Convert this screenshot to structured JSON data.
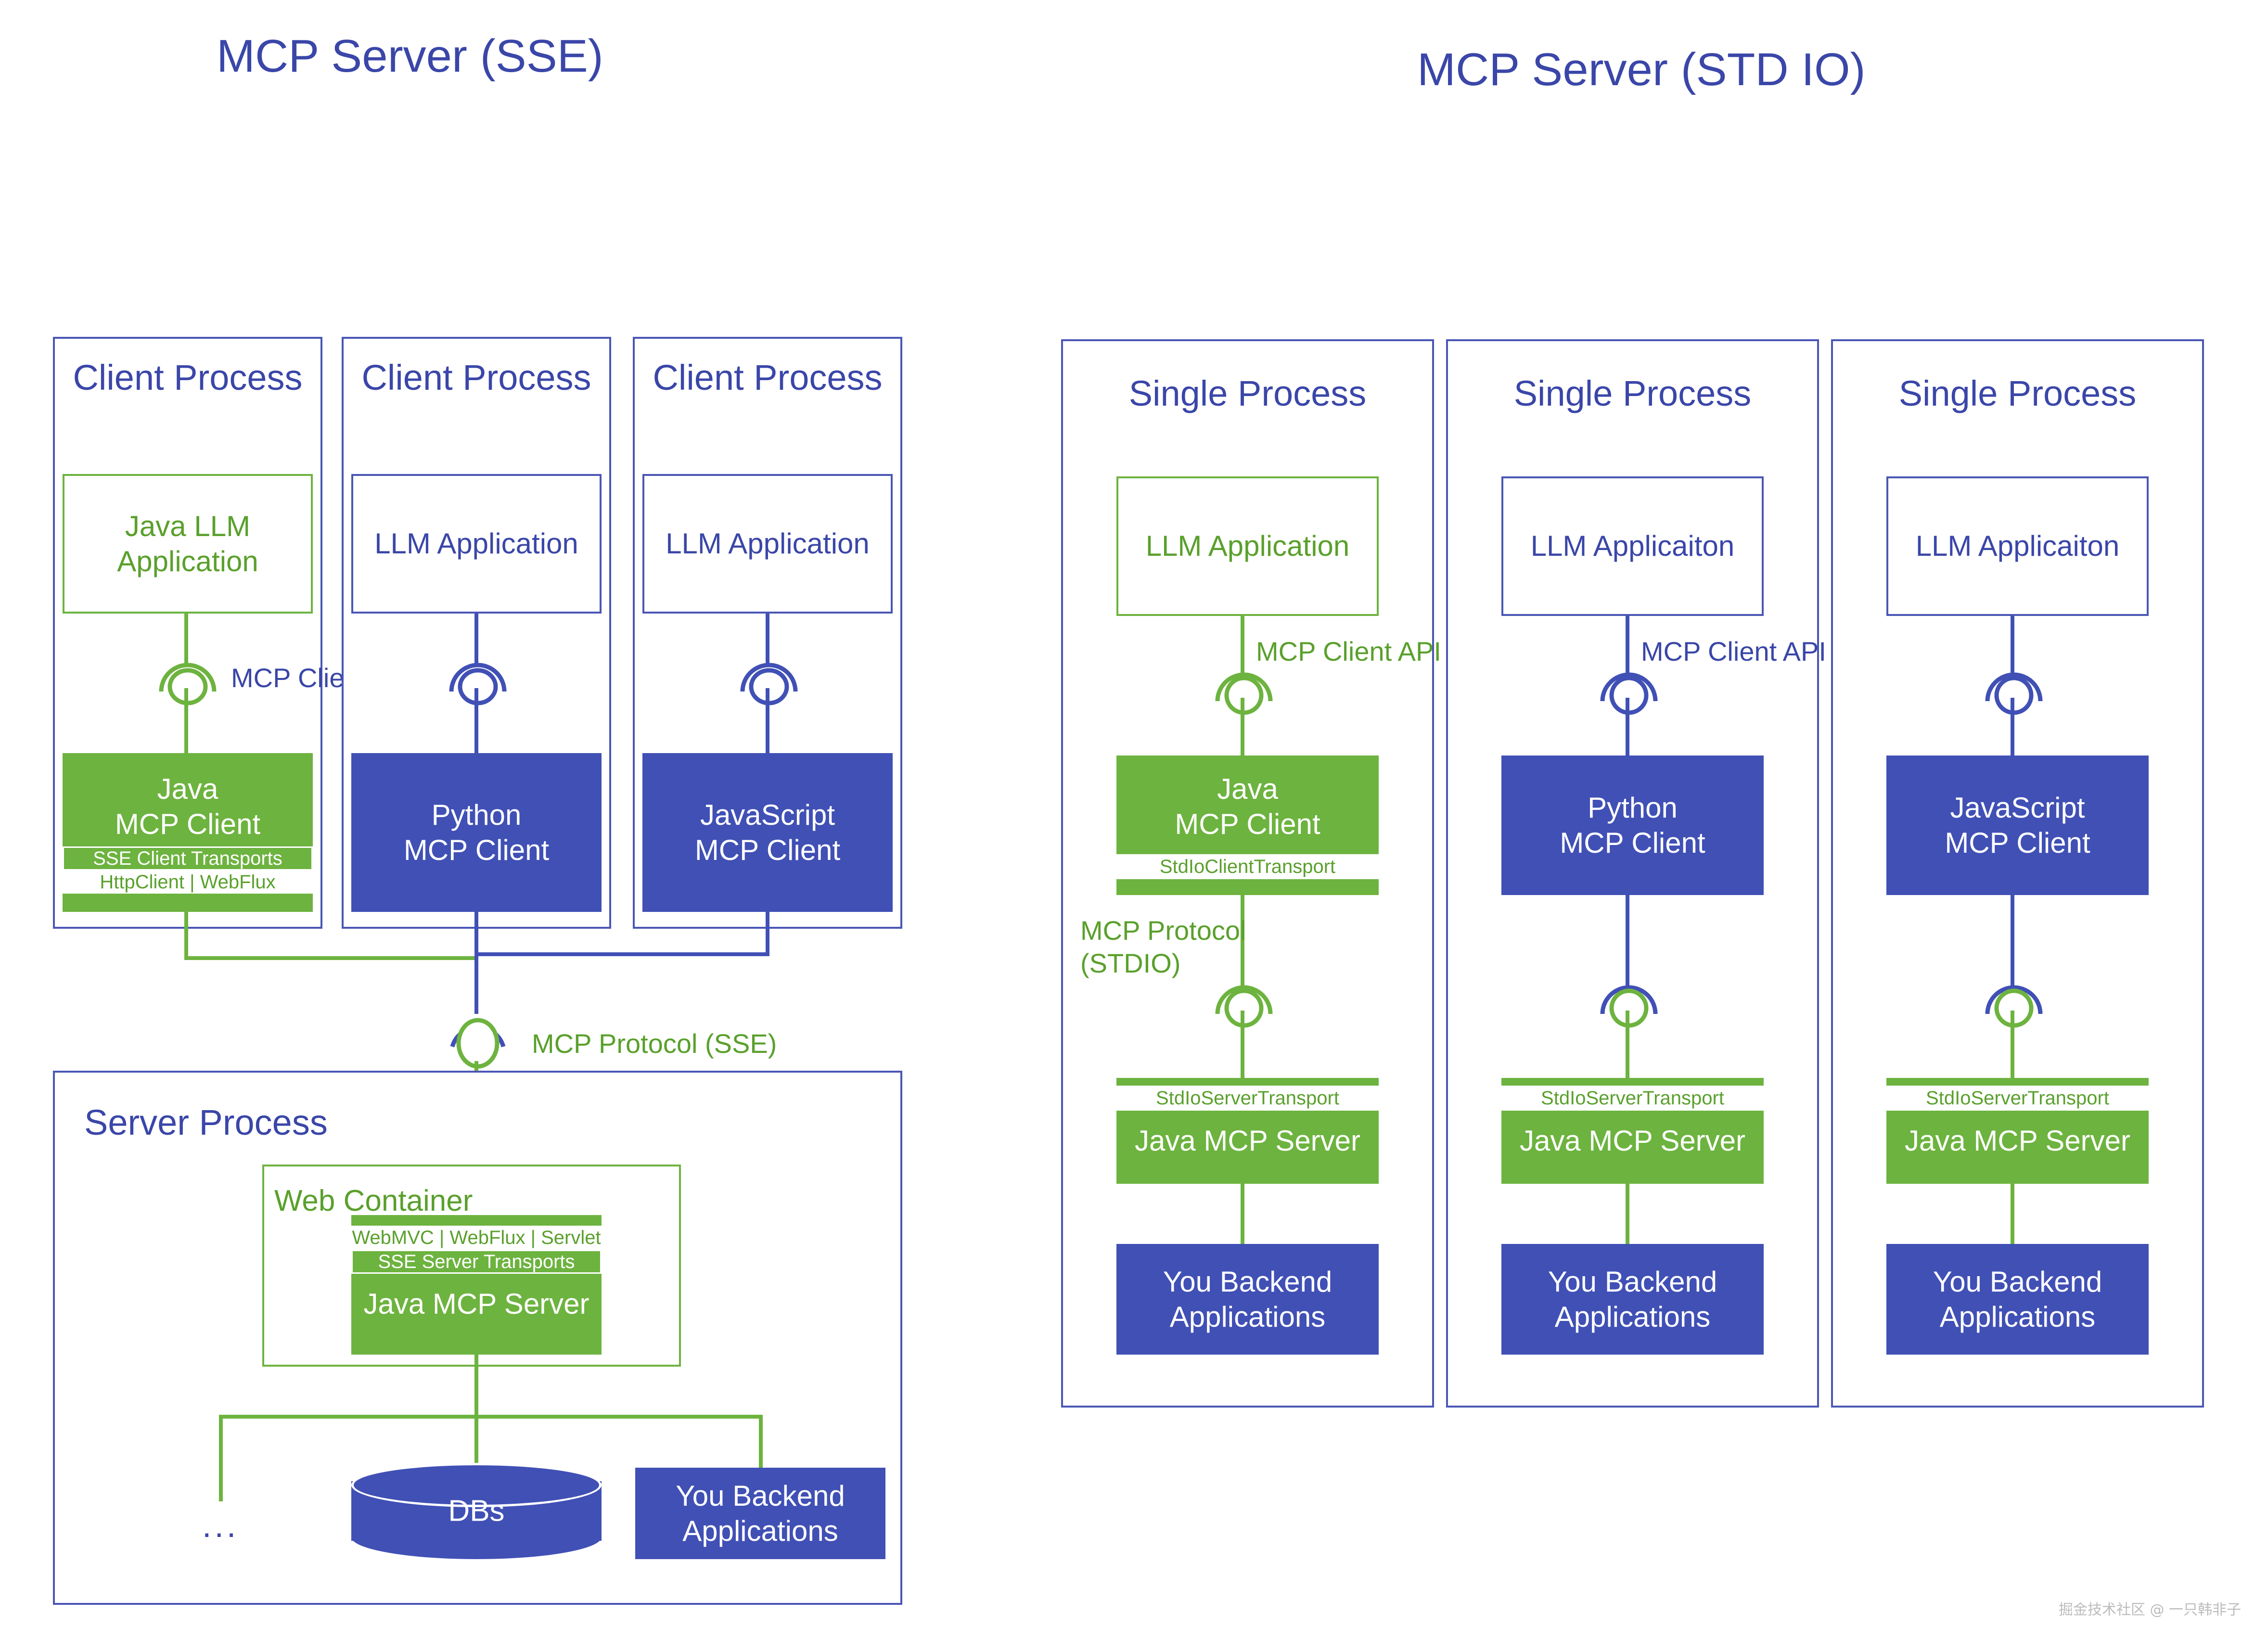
{
  "panels": {
    "sse": {
      "title": "MCP Server (SSE)",
      "client_processes": [
        {
          "label": "Client Process",
          "app": {
            "text": "Java\nLLM Application",
            "style": "green-outline"
          },
          "api_label": "MCP Client API",
          "client": {
            "title": "Java\nMCP Client",
            "style": "green-fill",
            "chips": [
              "SSE Client Transports",
              "HttpClient | WebFlux"
            ]
          }
        },
        {
          "label": "Client Process",
          "app": {
            "text": "LLM Application",
            "style": "blue-outline"
          },
          "api_label": "",
          "client": {
            "title": "Python\nMCP Client",
            "style": "blue-fill",
            "chips": []
          }
        },
        {
          "label": "Client Process",
          "app": {
            "text": "LLM Application",
            "style": "blue-outline"
          },
          "api_label": "",
          "client": {
            "title": "JavaScript\nMCP Client",
            "style": "blue-fill",
            "chips": []
          }
        }
      ],
      "protocol_label": "MCP Protocol (SSE)",
      "server_process": {
        "label": "Server Process",
        "web_container_label": "Web Container",
        "server": {
          "title": "Java MCP Server",
          "style": "green-fill",
          "chips": [
            "WebMVC | WebFlux | Servlet",
            "SSE Server Transports"
          ]
        },
        "database": {
          "label": "DBs"
        },
        "backend": {
          "text": "You Backend\nApplications"
        },
        "ellipsis": "..."
      }
    },
    "stdio": {
      "title": "MCP Server (STD IO)",
      "columns": [
        {
          "label": "Single Process",
          "app": {
            "text": "LLM Application",
            "style": "green-outline"
          },
          "api_label": "MCP Client API",
          "api_label_color": "green",
          "client": {
            "title": "Java\nMCP Client",
            "style": "green-fill",
            "chips": [
              "StdIoClientTransport"
            ]
          },
          "protocol_label": "MCP Protocol\n(STDIO)",
          "server": {
            "title": "Java MCP Server",
            "style": "green-fill",
            "chips": [
              "StdIoServerTransport"
            ]
          },
          "backend": {
            "text": "You Backend\nApplications"
          }
        },
        {
          "label": "Single Process",
          "app": {
            "text": "LLM Applicaiton",
            "style": "blue-outline"
          },
          "api_label": "MCP Client API",
          "api_label_color": "blue",
          "client": {
            "title": "Python\nMCP Client",
            "style": "blue-fill",
            "chips": []
          },
          "protocol_label": "",
          "server": {
            "title": "Java MCP Server",
            "style": "green-fill",
            "chips": [
              "StdIoServerTransport"
            ]
          },
          "backend": {
            "text": "You Backend\nApplications"
          }
        },
        {
          "label": "Single Process",
          "app": {
            "text": "LLM Applicaiton",
            "style": "blue-outline"
          },
          "api_label": "",
          "api_label_color": "blue",
          "client": {
            "title": "JavaScript\nMCP Client",
            "style": "blue-fill",
            "chips": []
          },
          "protocol_label": "",
          "server": {
            "title": "Java MCP Server",
            "style": "green-fill",
            "chips": [
              "StdIoServerTransport"
            ]
          },
          "backend": {
            "text": "You Backend\nApplications"
          }
        }
      ]
    }
  },
  "watermark": "掘金技术社区 @ 一只韩非子",
  "colors": {
    "green": "#6db33f",
    "green_text": "#5aa02c",
    "blue": "#4050b5",
    "blue_text": "#3a46a8",
    "white": "#ffffff"
  }
}
